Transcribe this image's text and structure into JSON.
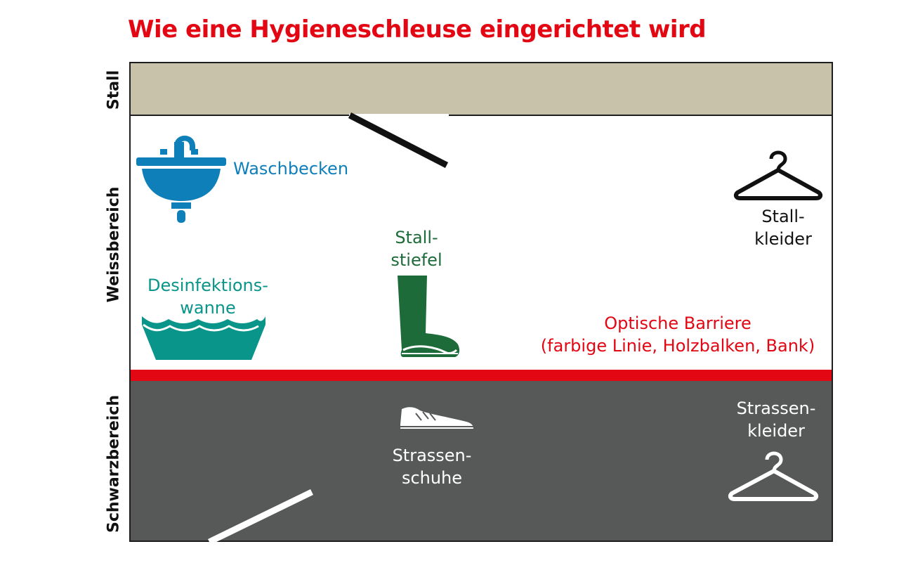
{
  "title": "Wie eine Hygieneschleuse eingerichtet wird",
  "zones": {
    "stall": "Stall",
    "weiss": "Weissbereich",
    "schwarz": "Schwarzbereich"
  },
  "items": {
    "waschbecken": "Waschbecken",
    "desinfektion_l1": "Desinfektions-",
    "desinfektion_l2": "wanne",
    "stallstiefel_l1": "Stall-",
    "stallstiefel_l2": "stiefel",
    "stallkleider_l1": "Stall-",
    "stallkleider_l2": "kleider",
    "barriere_l1": "Optische Barriere",
    "barriere_l2": "(farbige Linie, Holzbalken, Bank)",
    "strassenschuhe_l1": "Strassen-",
    "strassenschuhe_l2": "schuhe",
    "strassenkleider_l1": "Strassen-",
    "strassenkleider_l2": "kleider"
  },
  "icons": {
    "sink": "sink-icon",
    "tub": "disinfection-tub-icon",
    "boot": "boot-icon",
    "sneaker": "sneaker-icon",
    "hanger": "hanger-icon"
  },
  "colors": {
    "title": "#e30613",
    "stall_zone": "#c9c2ab",
    "black_zone": "#575858",
    "barrier": "#e30613",
    "sink": "#0f7fba",
    "tub": "#0a958b",
    "boot": "#1e6b3a",
    "dark_text": "#111111",
    "light_text": "#ffffff"
  }
}
